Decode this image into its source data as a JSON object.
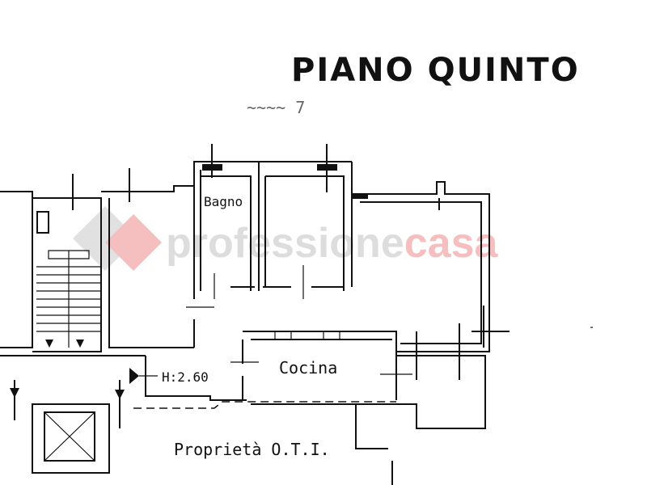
{
  "title": "PIANO QUINTO",
  "scribble": "~~~~ 7",
  "rooms": {
    "bathroom": "Bagno",
    "kitchen": "Cocina"
  },
  "height_label": "H:2.60",
  "property_label": "Proprietà O.T.I.",
  "watermark": {
    "part1": "professione",
    "part2": "casa",
    "color1": "#d8d8d8",
    "color2": "#f4b4b4"
  }
}
